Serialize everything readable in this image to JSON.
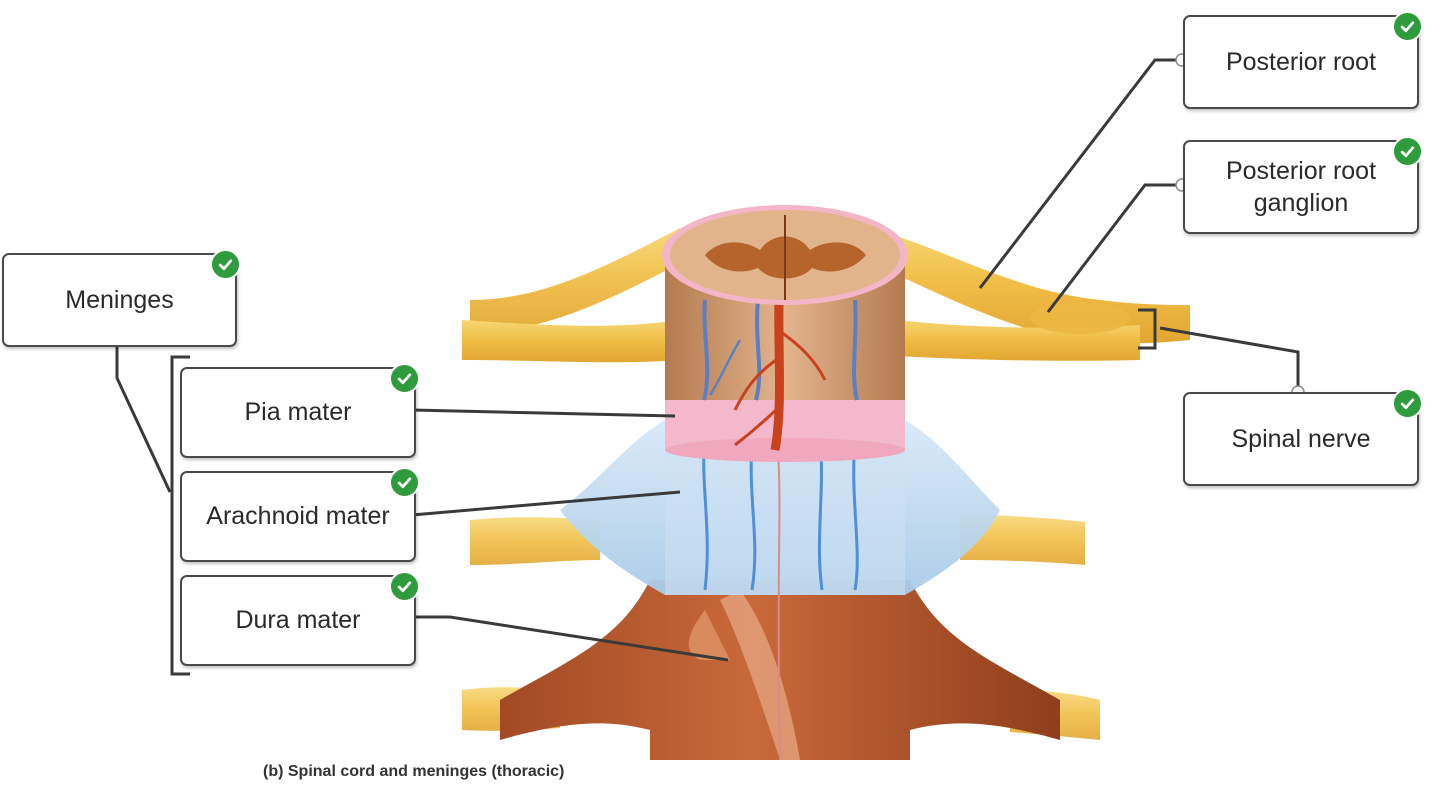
{
  "labels": {
    "meninges": "Meninges",
    "pia_mater": "Pia mater",
    "arachnoid_mater": "Arachnoid mater",
    "dura_mater": "Dura mater",
    "posterior_root": "Posterior root",
    "posterior_root_ganglion": "Posterior root ganglion",
    "spinal_nerve": "Spinal nerve"
  },
  "caption": "(b) Spinal cord and meninges (thoracic)",
  "colors": {
    "check": "#2e9b3c",
    "nerve": "#f2c24a",
    "gray_matter": "#b5652c",
    "white_matter": "#d9a47a",
    "pia": "#f4b6c8",
    "arachnoid": "#bcd8ee",
    "dura": "#b8582e",
    "artery": "#c9421e",
    "vein": "#5b7fc4"
  },
  "icons": {
    "check": "check-icon",
    "anchor": "anchor-dot-icon"
  }
}
